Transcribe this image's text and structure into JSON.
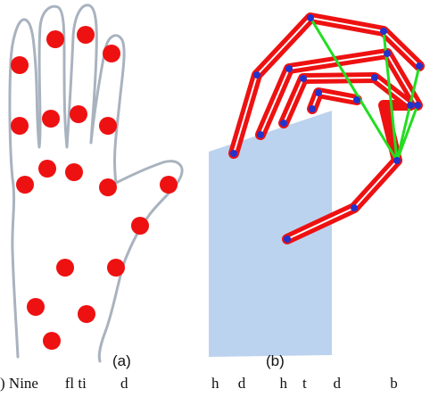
{
  "panels": [
    {
      "label": "(a)"
    },
    {
      "label": "(b)"
    }
  ],
  "caption": ") Nine       fl ti         d                      h     d         h    t       d             b",
  "colors": {
    "outline": "#a9b3bf",
    "marker": "#ee1111",
    "bone": "#ee1111",
    "bone_core": "#ffffff",
    "joint": "#2233cc",
    "link": "#22dd22",
    "box": "#bcd3ef"
  }
}
